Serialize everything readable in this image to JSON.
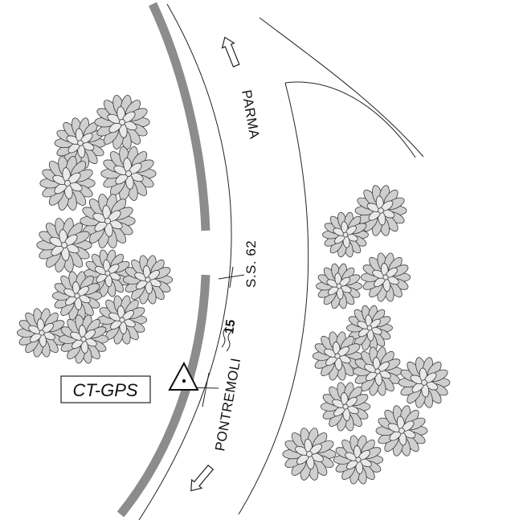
{
  "map": {
    "label_parma": "PARMA",
    "label_road": "S.S. 62",
    "label_km": "15",
    "label_pontremoli": "PONTREMOLI",
    "station_label": "CT-GPS",
    "icons": {
      "station": "triangle-station-icon",
      "arrow_north": "direction-arrow-up-icon",
      "arrow_south": "direction-arrow-down-icon",
      "km_marker": "tilde-marker-icon",
      "trees": "tree-cluster-icon"
    },
    "colors": {
      "rail": "#8c8c8c",
      "foliage": "#cfcfcf",
      "line": "#222222"
    }
  }
}
